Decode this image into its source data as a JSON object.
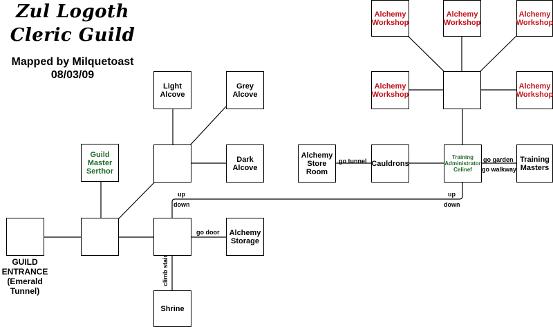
{
  "header": {
    "title_line1": "Zul Logoth",
    "title_line2": "Cleric Guild",
    "credit": "Mapped by Milquetoast",
    "date": "08/03/09"
  },
  "colors": {
    "workshop": "#c0141c",
    "npc": "#1e6b2a",
    "line": "#000000"
  },
  "rooms": {
    "entrance": "",
    "entrance_label": "GUILD\nENTRANCE\n(Emerald\nTunnel)",
    "guildmaster_hall": "",
    "guildmaster": "Guild\nMaster\nSerthor",
    "alcove_hub": "",
    "light_alcove": "Light\nAlcove",
    "grey_alcove": "Grey\nAlcove",
    "dark_alcove": "Dark\nAlcove",
    "stair_hall": "",
    "alchemy_storage": "Alchemy\nStorage",
    "shrine": "Shrine",
    "alchemy_store_room": "Alchemy\nStore\nRoom",
    "cauldrons": "Cauldrons",
    "training_administrator": "Training\nAdministrator\nCelinef",
    "training_masters": "Training\nMasters",
    "workshop_hub": "",
    "workshop_1": "Alchemy\nWorkshop",
    "workshop_2": "Alchemy\nWorkshop",
    "workshop_3": "Alchemy\nWorkshop",
    "workshop_4": "Alchemy\nWorkshop",
    "workshop_5": "Alchemy\nWorkshop"
  },
  "exits": {
    "up_left": "up",
    "down_left": "down",
    "up_right": "up",
    "down_right": "down",
    "go_door": "go door",
    "climb_stair": "climb stair",
    "go_tunnel": "go tunnel",
    "go_garden": "go garden",
    "go_walkway": "go walkway"
  }
}
